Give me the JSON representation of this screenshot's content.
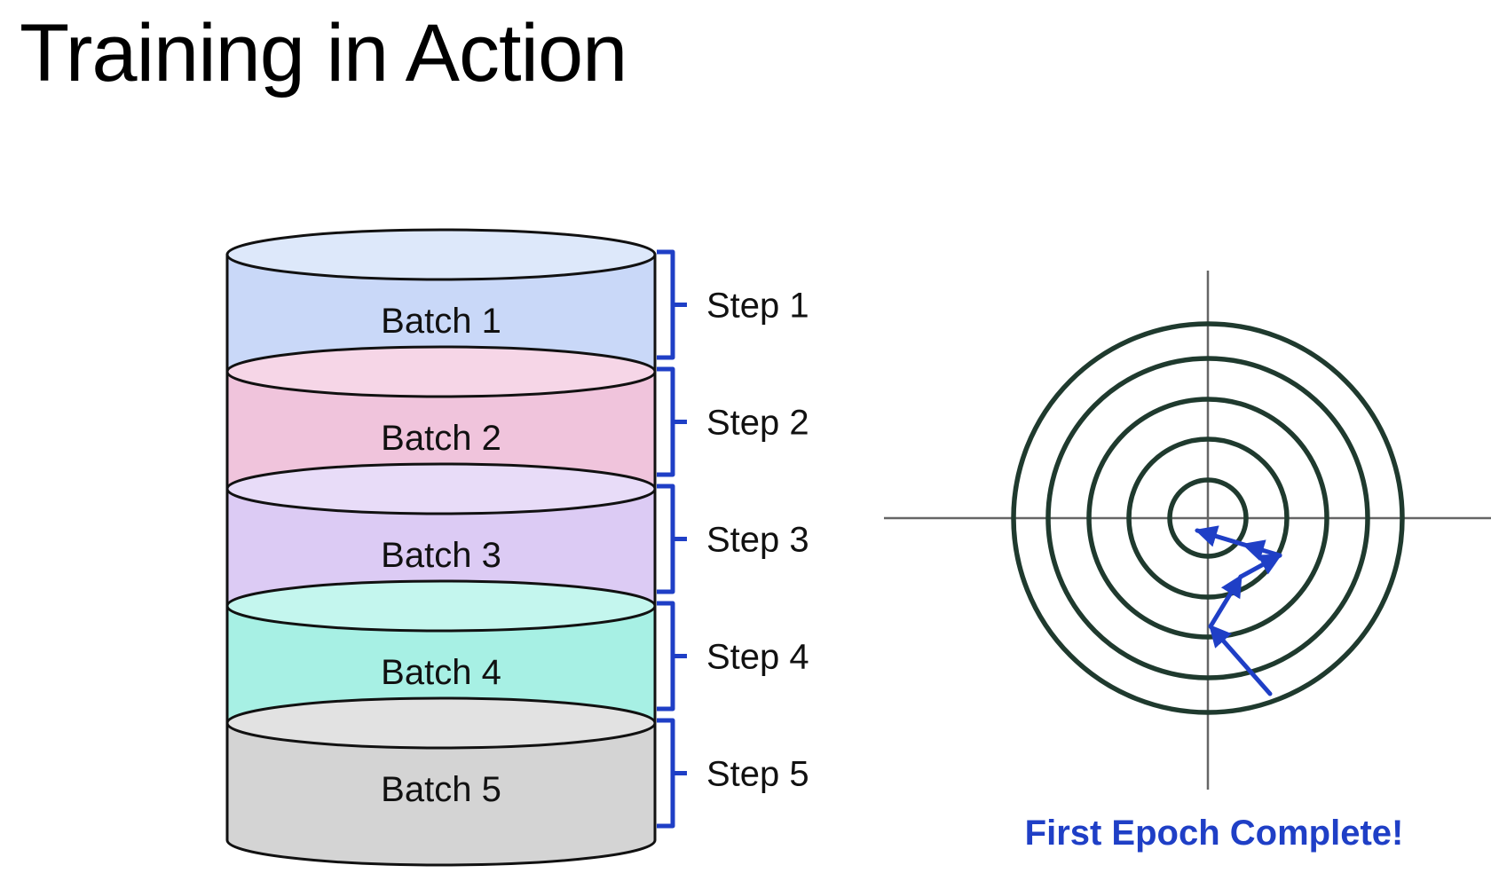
{
  "slide": {
    "title": "Training in Action"
  },
  "batches": [
    {
      "label": "Batch 1",
      "fill": "#c9d8f8",
      "top_fill": "#dde8fa",
      "step": "Step 1"
    },
    {
      "label": "Batch 2",
      "fill": "#f0c4dc",
      "top_fill": "#f6d6e7",
      "step": "Step 2"
    },
    {
      "label": "Batch 3",
      "fill": "#dccbf4",
      "top_fill": "#e8dcf8",
      "step": "Step 3"
    },
    {
      "label": "Batch 4",
      "fill": "#a7f0e4",
      "top_fill": "#c4f6ee",
      "step": "Step 4"
    },
    {
      "label": "Batch 5",
      "fill": "#d4d4d4",
      "top_fill": "#e2e2e2",
      "step": "Step 5"
    }
  ],
  "loss_plot": {
    "caption": "First Epoch Complete!",
    "contour_count": 5,
    "contour_color": "#1f3a2e",
    "axis_color": "#666666",
    "path_color": "#1f3fc6",
    "bracket_color": "#1f3fc6"
  }
}
